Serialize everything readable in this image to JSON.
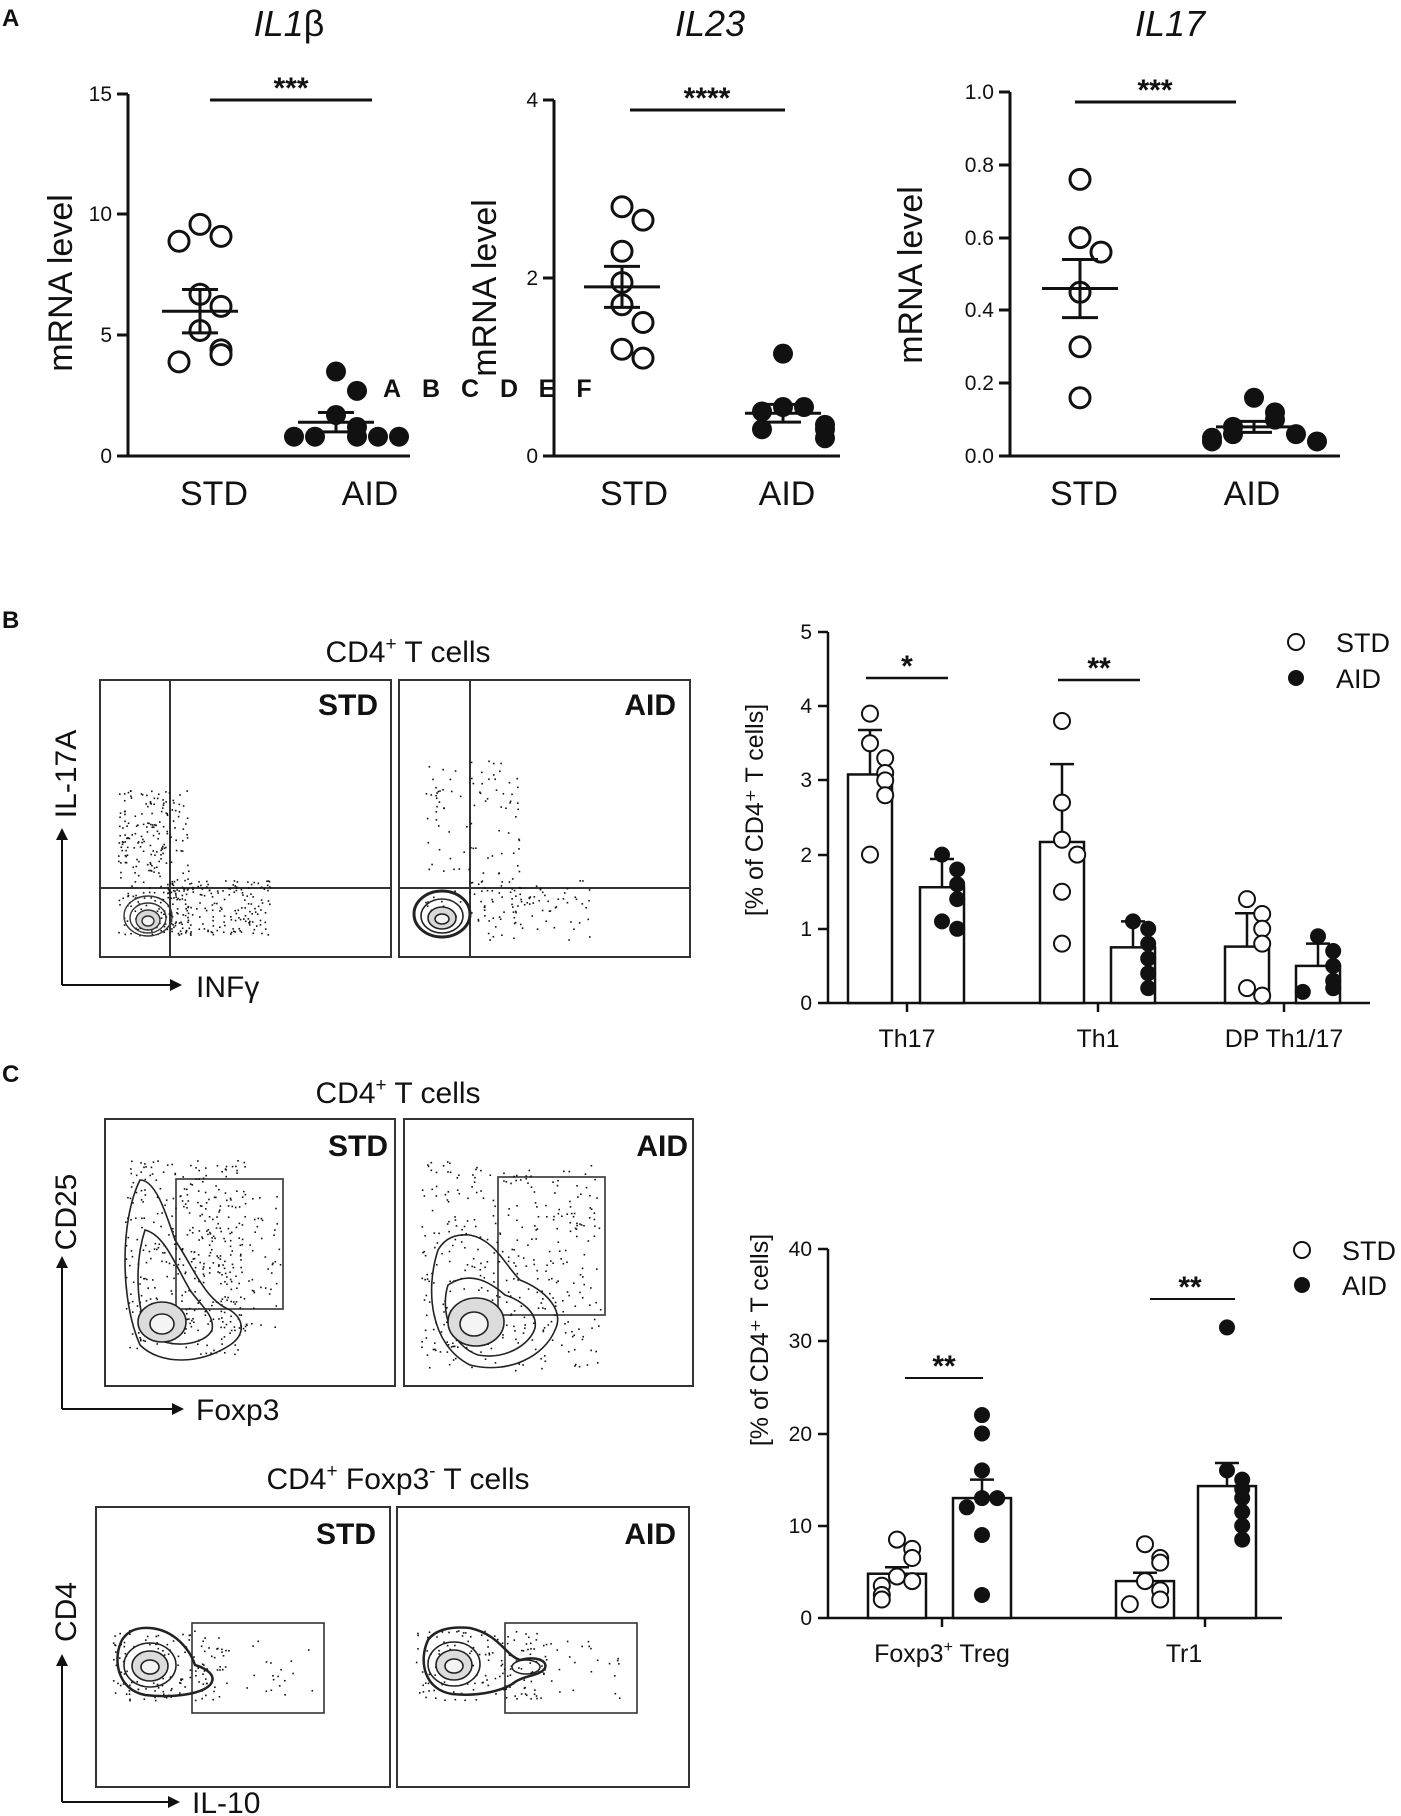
{
  "panels": {
    "a": "A",
    "b": "B",
    "c": "C"
  },
  "stray_labels": [
    "A",
    "B",
    "C",
    "D",
    "E",
    "F"
  ],
  "panel_a": {
    "ylabel": "mRNA level",
    "categories": [
      "STD",
      "AID"
    ],
    "plots": [
      {
        "title_main": "IL1",
        "title_greek": "β",
        "yticks": [
          "0",
          "5",
          "10",
          "15"
        ],
        "sig": "***"
      },
      {
        "title_main": "IL23",
        "title_greek": "",
        "yticks": [
          "0",
          "2",
          "4"
        ],
        "sig": "****"
      },
      {
        "title_main": "IL17",
        "title_greek": "",
        "yticks": [
          "0.0",
          "0.2",
          "0.4",
          "0.6",
          "0.8",
          "1.0"
        ],
        "sig": "***"
      }
    ]
  },
  "panel_b": {
    "flow_title_main": "CD4",
    "flow_title_sup": "+",
    "flow_title_rest": " T cells",
    "flow_tags": [
      "STD",
      "AID"
    ],
    "flow_y": "IL-17A",
    "flow_x": "INFγ",
    "bar_ylabel": "[% of CD4⁺ T cells]",
    "bar_yticks": [
      "0",
      "1",
      "2",
      "3",
      "4",
      "5"
    ],
    "bar_categories": [
      "Th17",
      "Th1",
      "DP Th1/17"
    ],
    "bar_sig": [
      "*",
      "**"
    ],
    "legend": [
      "STD",
      "AID"
    ]
  },
  "panel_c": {
    "flow1_title_main": "CD4",
    "flow1_title_sup": "+",
    "flow1_title_rest": " T cells",
    "flow1_tags": [
      "STD",
      "AID"
    ],
    "flow1_y": "CD25",
    "flow1_x": "Foxp3",
    "flow2_title_a": "CD4",
    "flow2_sup_a": "+",
    "flow2_title_b": " Foxp3",
    "flow2_sup_b": "-",
    "flow2_title_c": " T cells",
    "flow2_tags": [
      "STD",
      "AID"
    ],
    "flow2_y": "CD4",
    "flow2_x": "IL-10",
    "bar_ylabel": "[% of CD4⁺ T cells]",
    "bar_yticks": [
      "0",
      "10",
      "20",
      "30",
      "40"
    ],
    "bar_cat1_main": "Foxp3",
    "bar_cat1_sup": "+",
    "bar_cat1_rest": " Treg",
    "bar_cat2": "Tr1",
    "bar_sig": [
      "**",
      "**"
    ],
    "legend": [
      "STD",
      "AID"
    ]
  },
  "chart_data": [
    {
      "type": "scatter",
      "title": "IL1β",
      "ylabel": "mRNA level",
      "categories": [
        "STD",
        "AID"
      ],
      "ylim": [
        0,
        15
      ],
      "series": [
        {
          "name": "STD",
          "values": [
            9.6,
            9.1,
            8.9,
            6.7,
            6.2,
            5.2,
            4.4,
            4.2,
            3.9
          ],
          "mean": 6.0,
          "sem": 0.9
        },
        {
          "name": "AID",
          "values": [
            3.5,
            2.7,
            1.7,
            1.2,
            0.8,
            0.8,
            0.8,
            0.8,
            0.8
          ],
          "mean": 1.4,
          "sem": 0.4
        }
      ]
    },
    {
      "type": "scatter",
      "title": "IL23",
      "ylabel": "mRNA level",
      "categories": [
        "STD",
        "AID"
      ],
      "ylim": [
        0,
        4
      ],
      "series": [
        {
          "name": "STD",
          "values": [
            2.8,
            2.65,
            2.3,
            1.95,
            1.7,
            1.5,
            1.2,
            1.1
          ],
          "mean": 1.9,
          "sem": 0.23
        },
        {
          "name": "AID",
          "values": [
            1.15,
            0.55,
            0.55,
            0.5,
            0.35,
            0.3,
            0.3,
            0.2
          ],
          "mean": 0.48,
          "sem": 0.1
        }
      ]
    },
    {
      "type": "scatter",
      "title": "IL17",
      "ylabel": "mRNA level",
      "categories": [
        "STD",
        "AID"
      ],
      "ylim": [
        0,
        1.0
      ],
      "series": [
        {
          "name": "STD",
          "values": [
            0.76,
            0.6,
            0.56,
            0.45,
            0.3,
            0.16
          ],
          "mean": 0.46,
          "sem": 0.08
        },
        {
          "name": "AID",
          "values": [
            0.16,
            0.12,
            0.1,
            0.08,
            0.06,
            0.06,
            0.05,
            0.04,
            0.04
          ],
          "mean": 0.08,
          "sem": 0.015
        }
      ]
    },
    {
      "type": "bar",
      "ylabel": "[% of CD4⁺ T cells]",
      "categories": [
        "Th17",
        "Th1",
        "DP Th1/17"
      ],
      "ylim": [
        0,
        5
      ],
      "legend": "top-right",
      "series": [
        {
          "name": "STD",
          "values": [
            3.08,
            2.17,
            0.76
          ],
          "err": [
            0.6,
            1.05,
            0.45
          ],
          "points": [
            [
              3.9,
              3.5,
              3.3,
              3.1,
              3.0,
              2.8,
              2.0
            ],
            [
              3.8,
              2.7,
              2.2,
              2.0,
              1.5,
              0.8
            ],
            [
              1.4,
              1.2,
              1.0,
              0.8,
              0.2,
              0.1
            ]
          ]
        },
        {
          "name": "AID",
          "values": [
            1.56,
            0.75,
            0.5
          ],
          "err": [
            0.38,
            0.35,
            0.3
          ],
          "points": [
            [
              2.0,
              1.8,
              1.6,
              1.4,
              1.1,
              1.0
            ],
            [
              1.1,
              1.0,
              0.8,
              0.6,
              0.4,
              0.2
            ],
            [
              0.9,
              0.7,
              0.5,
              0.3,
              0.2,
              0.15
            ]
          ]
        }
      ]
    },
    {
      "type": "bar",
      "ylabel": "[% of CD4⁺ T cells]",
      "categories": [
        "Foxp3⁺ Treg",
        "Tr1"
      ],
      "ylim": [
        0,
        40
      ],
      "legend": "top-right",
      "series": [
        {
          "name": "STD",
          "values": [
            4.8,
            4.0
          ],
          "err": [
            0.7,
            0.9
          ],
          "points": [
            [
              8.5,
              7.5,
              6.5,
              4.5,
              4.0,
              3.5,
              2.5,
              2.0
            ],
            [
              8.0,
              6.5,
              6.0,
              4.0,
              3.0,
              2.0,
              1.5
            ]
          ]
        },
        {
          "name": "AID",
          "values": [
            13.0,
            14.3
          ],
          "err": [
            2.0,
            2.5
          ],
          "points": [
            [
              22.0,
              20.0,
              16.0,
              13.0,
              13.0,
              12.0,
              9.0,
              2.5
            ],
            [
              31.5,
              16.0,
              15.0,
              14.0,
              13.0,
              11.5,
              10.0,
              8.5
            ]
          ]
        }
      ]
    }
  ]
}
